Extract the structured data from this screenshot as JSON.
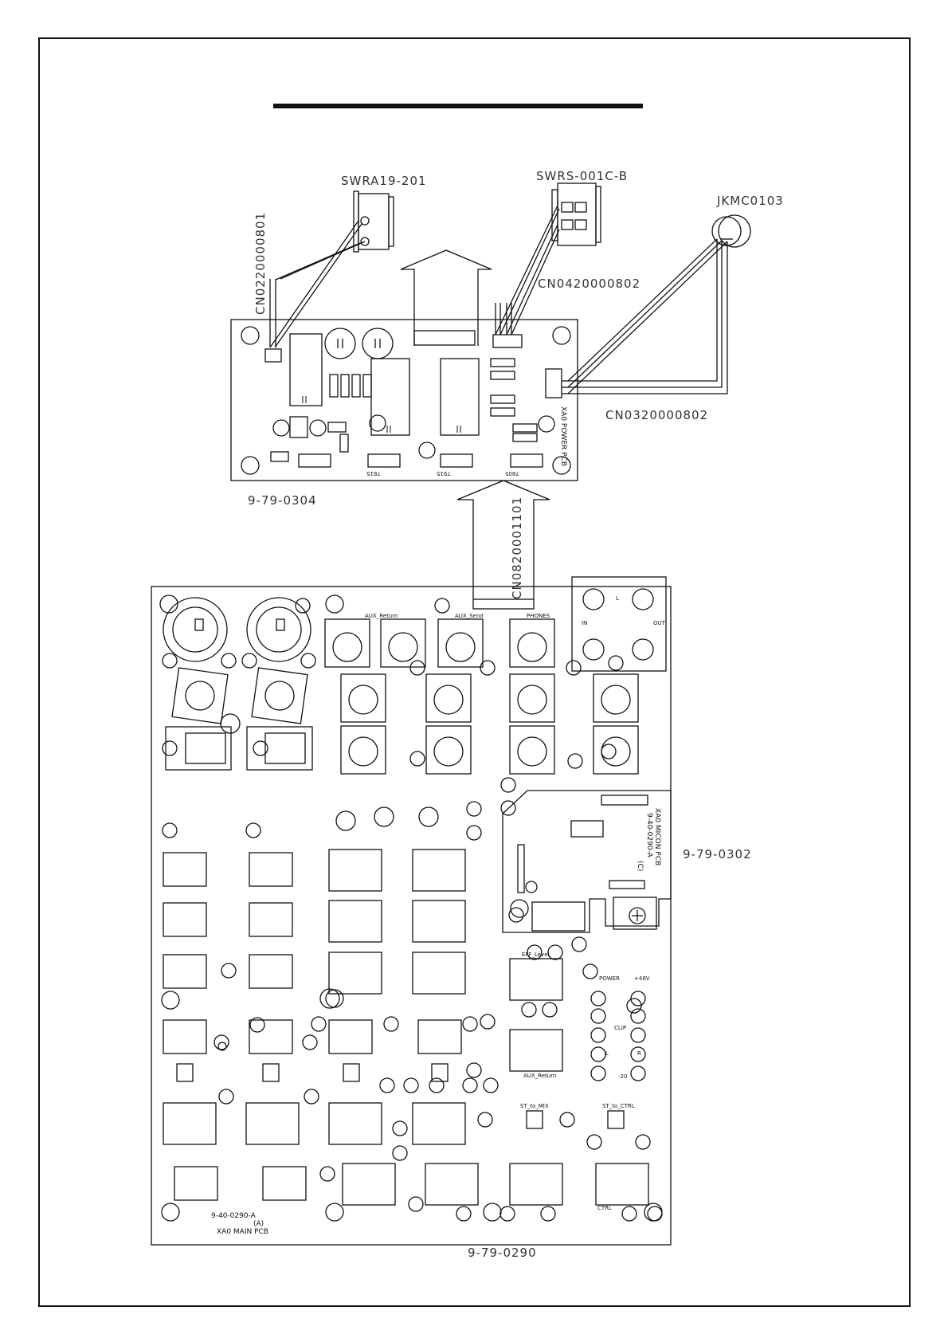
{
  "colors": {
    "line": "#111111",
    "label": "#333333",
    "paper": "#ffffff"
  },
  "parts": {
    "rocker_switch": "SWRA19-201",
    "power_switch": "SWRS-001C-B",
    "dc_jack": "JKMC0103"
  },
  "cables": {
    "switch_cable": "CN0220000801",
    "power_cable": "CN0420000802",
    "jack_cable": "CN0320000802",
    "main_cable": "CN0820001101"
  },
  "boards": {
    "power_pcb_number": "9-79-0304",
    "power_pcb_silk": "XA0 POWER PCB",
    "main_pcb_number": "9-79-0290",
    "main_pcb_silk_code": "9-40-0290-A",
    "main_pcb_silk_rev": "(A)",
    "main_pcb_silk_name": "XA0 MAIN PCB",
    "micon_pcb_number": "9-79-0302",
    "micon_pcb_silk_name": "XA0 MICON PCB",
    "micon_pcb_silk_code": "9-40-0290-A",
    "micon_pcb_silk_rev": "(C)"
  },
  "silk": {
    "regulator_1": "7815",
    "regulator_2": "7915",
    "regulator_3": "7805",
    "aux_return": "AUX_Return",
    "aux_send": "AUX_Send",
    "phones": "PHONES",
    "power_led": "POWER",
    "phantom": "+48V",
    "clip": "CLIP",
    "eff_level": "EFF_Level",
    "aux_return_2": "AUX_Return",
    "st_to_mix": "ST_to_MIX",
    "st_to_ctrl": "ST_to_CTRL",
    "in_label": "IN",
    "out_label": "OUT",
    "minus20": "-20",
    "ctrl": "CTRL",
    "jack_l": "L",
    "jack_r": "R",
    "input_l": "L"
  }
}
